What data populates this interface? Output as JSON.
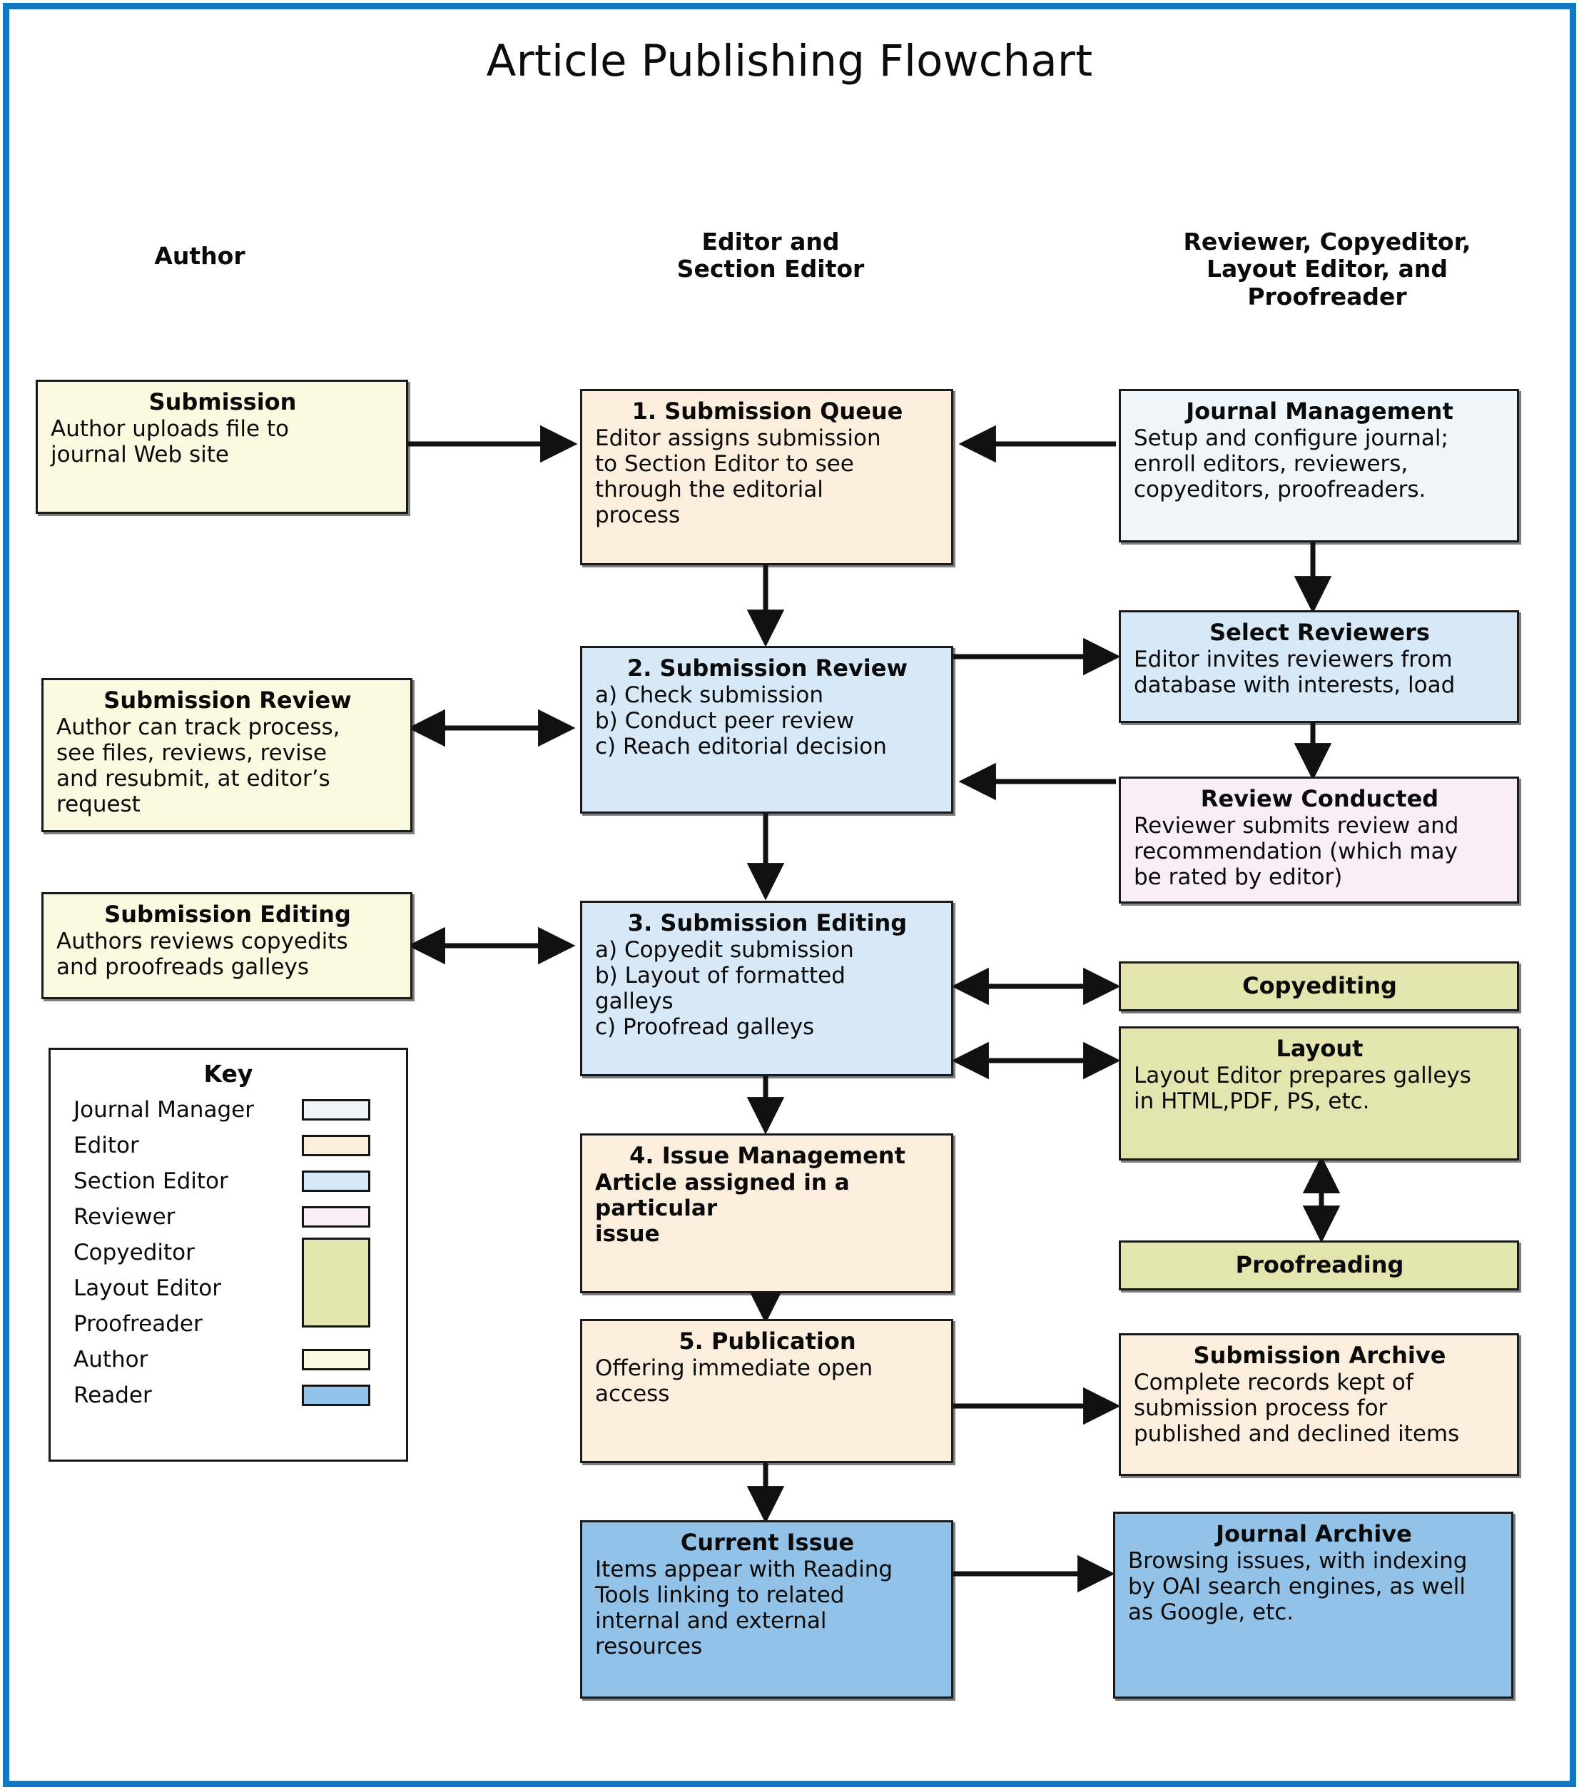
{
  "title": "Article Publishing Flowchart",
  "frame_color": "#1179c4",
  "columns": [
    {
      "id": "author",
      "label": "Author"
    },
    {
      "id": "editor",
      "label": "Editor and\nSection Editor"
    },
    {
      "id": "reviewer",
      "label": "Reviewer, Copyeditor,\nLayout Editor, and\nProofreader"
    }
  ],
  "nodes": {
    "submission": {
      "title": "Submission",
      "body": "Author uploads file to\njournal Web site",
      "role": "Author",
      "color": "#fbfae1"
    },
    "submission_queue": {
      "title": "1. Submission Queue",
      "body": "Editor assigns submission\nto Section Editor to see\nthrough the editorial\nprocess",
      "role": "Editor",
      "color": "#fbeedc"
    },
    "journal_management": {
      "title": "Journal Management",
      "body": "Setup and configure journal;\nenroll editors, reviewers,\ncopyeditors, proofreaders.",
      "role": "Journal Manager",
      "color": "#eef6fc"
    },
    "submission_review_author": {
      "title": "Submission Review",
      "body": "Author can track process,\nsee files, reviews, revise\nand resubmit, at editor’s\nrequest",
      "role": "Author",
      "color": "#fbfae1"
    },
    "submission_review": {
      "title": "2. Submission Review",
      "body": "a) Check submission\nb) Conduct peer review\nc) Reach editorial decision",
      "role": "Section Editor",
      "color": "#d7e8f7"
    },
    "select_reviewers": {
      "title": "Select Reviewers",
      "body": "Editor invites reviewers from\ndatabase with interests, load",
      "role": "Section Editor",
      "color": "#d7e8f7"
    },
    "review_conducted": {
      "title": "Review Conducted",
      "body": "Reviewer submits review and\nrecommendation (which may\nbe rated by editor)",
      "role": "Reviewer",
      "color": "#f9eef6"
    },
    "submission_editing_author": {
      "title": "Submission Editing",
      "body": "Authors reviews copyedits\nand proofreads galleys",
      "role": "Author",
      "color": "#fbfae1"
    },
    "submission_editing": {
      "title": "3. Submission Editing",
      "body": "a) Copyedit submission\nb) Layout of formatted\ngalleys\nc) Proofread galleys",
      "role": "Section Editor",
      "color": "#d7e8f7"
    },
    "copyediting": {
      "title": "Copyediting",
      "body": "",
      "role": "Copyeditor",
      "color": "#e4e5ae"
    },
    "layout": {
      "title": "Layout",
      "body": "Layout Editor prepares galleys\nin HTML,PDF, PS, etc.",
      "role": "Layout Editor",
      "color": "#e4e5ae"
    },
    "proofreading": {
      "title": "Proofreading",
      "body": "",
      "role": "Proofreader",
      "color": "#e4e5ae"
    },
    "issue_management": {
      "title": "4. Issue Management",
      "body": "Article assigned in a particular\nissue",
      "role": "Editor",
      "color": "#fbeedc"
    },
    "publication": {
      "title": "5. Publication",
      "body": "Offering immediate open\naccess",
      "role": "Editor",
      "color": "#fbeedc"
    },
    "submission_archive": {
      "title": "Submission Archive",
      "body": "Complete records kept of\nsubmission process for\npublished and declined items",
      "role": "Editor",
      "color": "#fbeedc"
    },
    "current_issue": {
      "title": "Current Issue",
      "body": "Items appear with Reading\nTools linking to related\ninternal and external\nresources",
      "role": "Reader",
      "color": "#92c2e7"
    },
    "journal_archive": {
      "title": "Journal Archive",
      "body": "Browsing issues, with indexing\nby OAI search engines, as well\nas Google, etc.",
      "role": "Reader",
      "color": "#92c2e7"
    }
  },
  "key": {
    "title": "Key",
    "items": [
      {
        "label": "Journal Manager",
        "color": "#eef6fc"
      },
      {
        "label": "Editor",
        "color": "#fbeedc"
      },
      {
        "label": "Section Editor",
        "color": "#d7e8f7"
      },
      {
        "label": "Reviewer",
        "color": "#f9eef6"
      },
      {
        "label": "Copyeditor",
        "color": "#e4e5ae"
      },
      {
        "label": "Layout Editor",
        "color": "#e4e5ae"
      },
      {
        "label": "Proofreader",
        "color": "#e4e5ae"
      },
      {
        "label": "Author",
        "color": "#fbfae1"
      },
      {
        "label": "Reader",
        "color": "#92c2e7"
      }
    ]
  },
  "edges": [
    {
      "from": "submission",
      "to": "submission_queue",
      "kind": "single"
    },
    {
      "from": "journal_management",
      "to": "submission_queue",
      "kind": "single"
    },
    {
      "from": "submission_queue",
      "to": "submission_review",
      "kind": "single"
    },
    {
      "from": "journal_management",
      "to": "select_reviewers",
      "kind": "single"
    },
    {
      "from": "submission_review",
      "to": "select_reviewers",
      "kind": "single"
    },
    {
      "from": "select_reviewers",
      "to": "review_conducted",
      "kind": "single"
    },
    {
      "from": "review_conducted",
      "to": "submission_review",
      "kind": "single"
    },
    {
      "from": "submission_review_author",
      "to": "submission_review",
      "kind": "double"
    },
    {
      "from": "submission_review",
      "to": "submission_editing",
      "kind": "single"
    },
    {
      "from": "submission_editing_author",
      "to": "submission_editing",
      "kind": "double"
    },
    {
      "from": "submission_editing",
      "to": "copyediting",
      "kind": "double"
    },
    {
      "from": "submission_editing",
      "to": "layout",
      "kind": "double"
    },
    {
      "from": "layout",
      "to": "proofreading",
      "kind": "double"
    },
    {
      "from": "submission_editing",
      "to": "issue_management",
      "kind": "single"
    },
    {
      "from": "issue_management",
      "to": "publication",
      "kind": "single"
    },
    {
      "from": "publication",
      "to": "submission_archive",
      "kind": "single"
    },
    {
      "from": "publication",
      "to": "current_issue",
      "kind": "single"
    },
    {
      "from": "current_issue",
      "to": "journal_archive",
      "kind": "single"
    }
  ]
}
